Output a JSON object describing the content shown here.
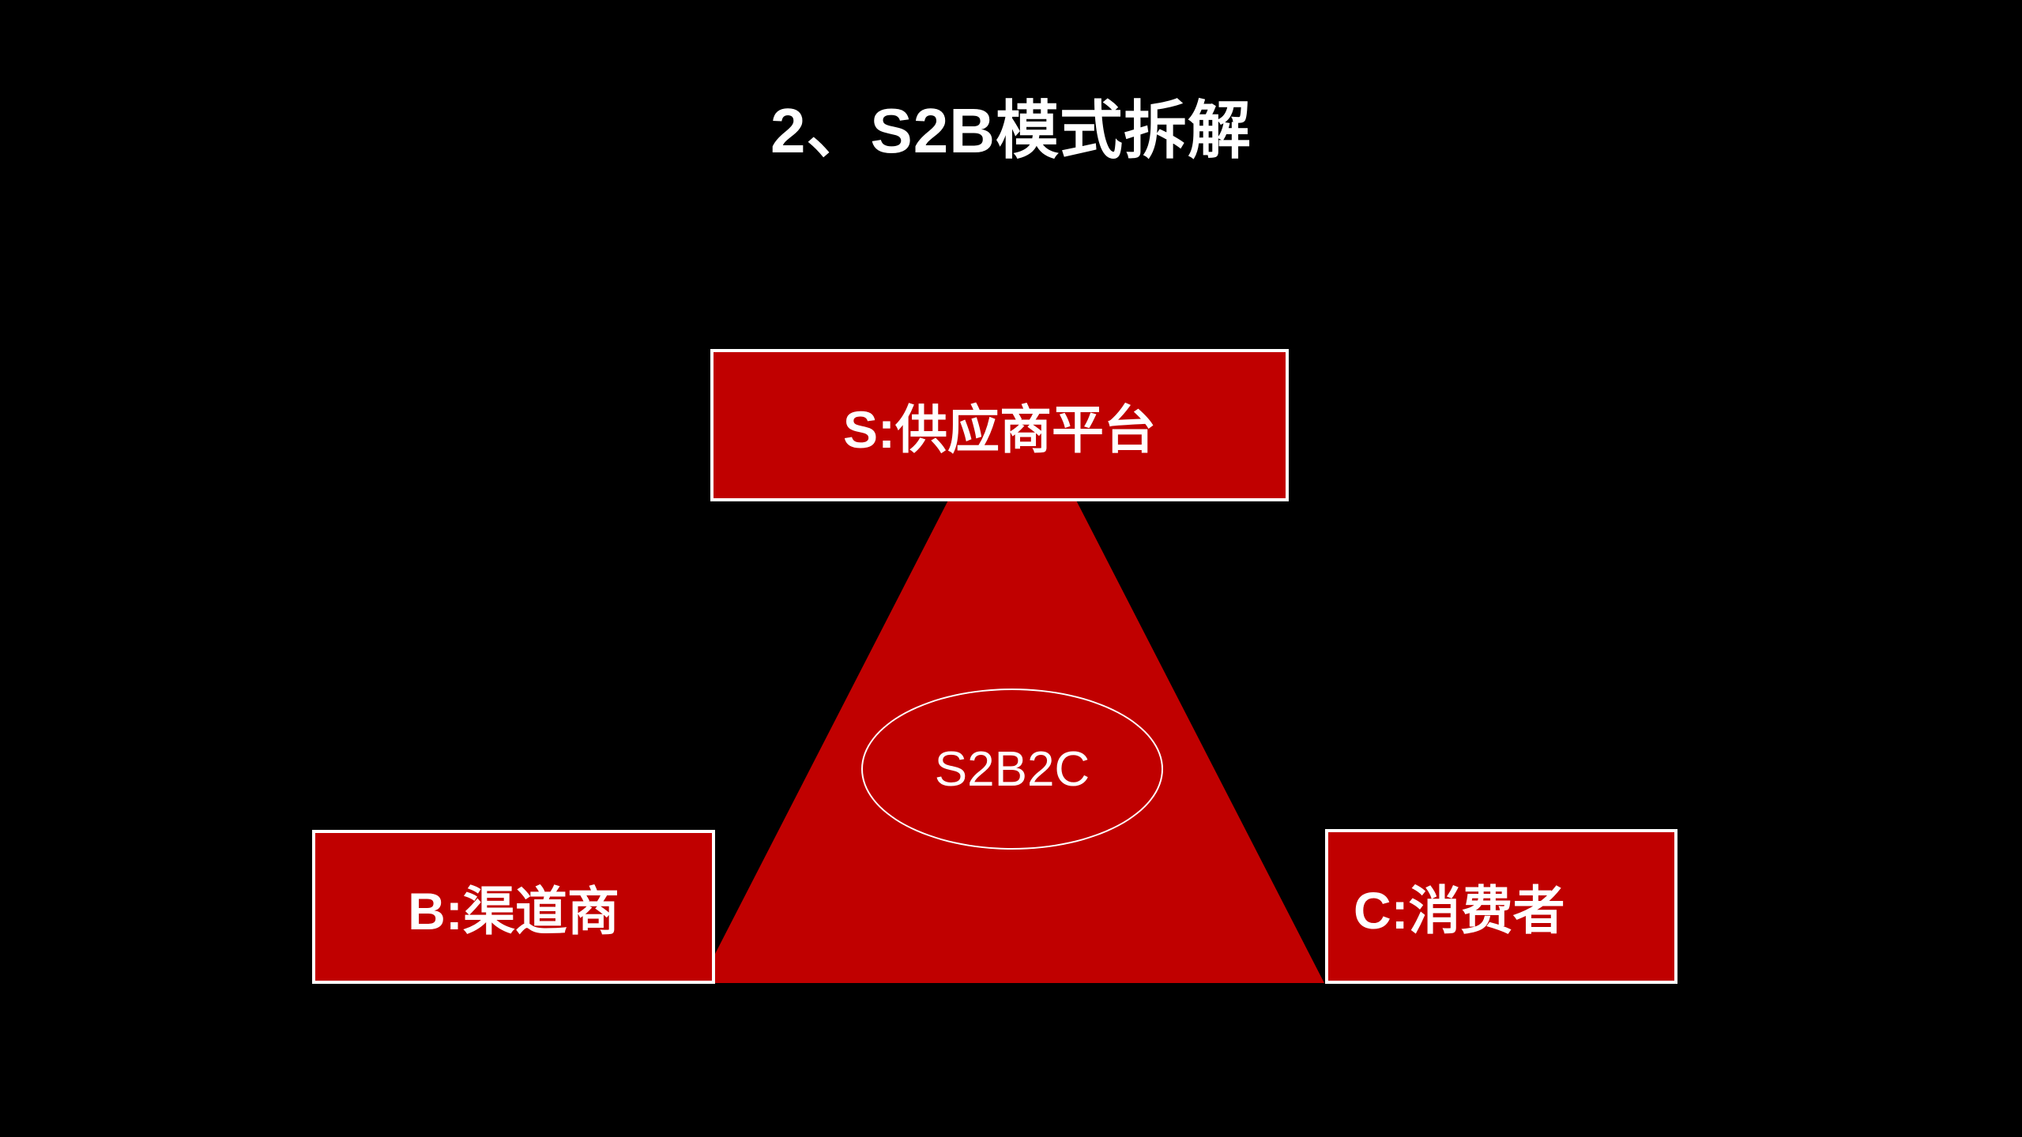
{
  "slide": {
    "title": "2、S2B模式拆解",
    "background_color": "#000000",
    "accent_color": "#c00000",
    "outline_color": "#ffffff",
    "text_color": "#ffffff"
  },
  "diagram": {
    "type": "triangle-relationship",
    "triangle": {
      "fill": "#c00000",
      "label": "s2b-triangle"
    },
    "nodes": [
      {
        "id": "supplier",
        "label": "S:供应商平台",
        "position": "top",
        "fill": "#c00000",
        "border": "#ffffff"
      },
      {
        "id": "channel",
        "label": "B:渠道商",
        "position": "bottom-left",
        "fill": "#c00000",
        "border": "#ffffff"
      },
      {
        "id": "consumer",
        "label": "C:消费者",
        "position": "bottom-right",
        "fill": "#c00000",
        "border": "#ffffff"
      }
    ],
    "center": {
      "id": "s2b2c",
      "label": "S2B2C",
      "shape": "ellipse",
      "border": "#ffffff"
    }
  }
}
